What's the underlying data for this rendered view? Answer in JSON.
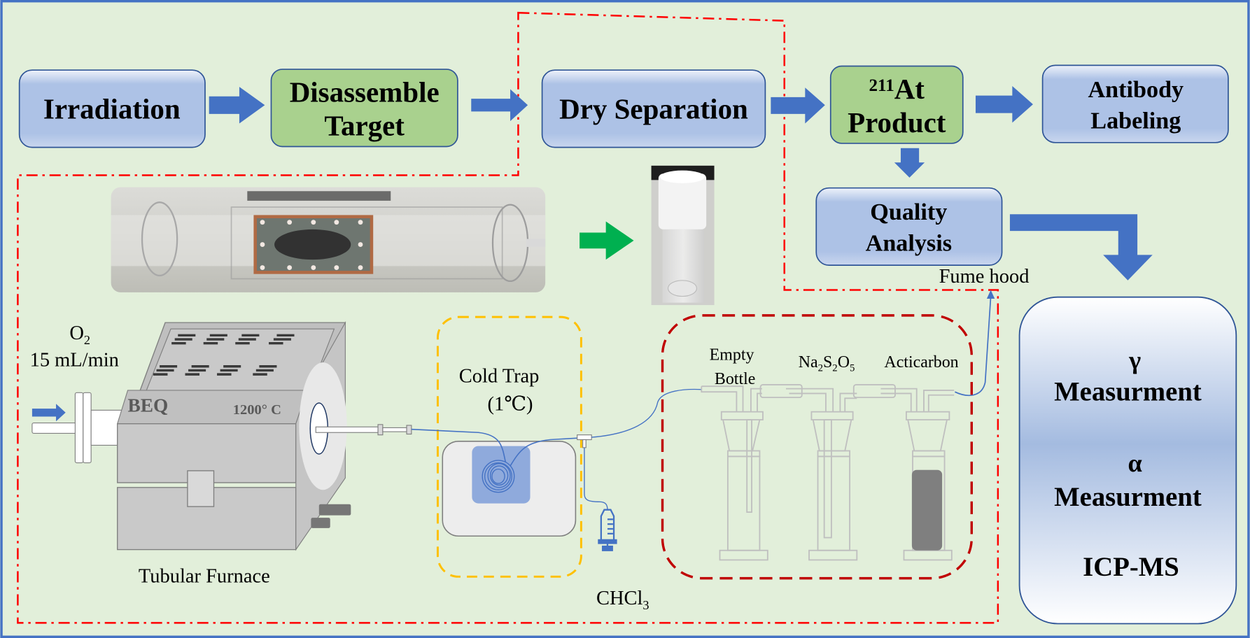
{
  "colors": {
    "background": "#e2efda",
    "frame": "#4472c4",
    "arrow": "#4472c4",
    "green_arrow": "#00b050",
    "blue_box_fill": "#adc2e6",
    "green_box_fill": "#a9d18e",
    "box_border": "#2f5597",
    "red_dashdot": "#ff0000",
    "cold_trap_dash": "#ffc000",
    "absorber_dash": "#c00000",
    "glassware": "#bfbfbf"
  },
  "flow": {
    "irradiation": "Irradiation",
    "disassemble_line1": "Disassemble",
    "disassemble_line2": "Target",
    "dry_separation": "Dry Separation",
    "product_sup": "211",
    "product_line1": "At",
    "product_line2": "Product",
    "antibody_line1": "Antibody",
    "antibody_line2": "Labeling",
    "quality_line1": "Quality",
    "quality_line2": "Analysis"
  },
  "measurement": {
    "gamma_symbol": "γ",
    "gamma_label": "Measurment",
    "alpha_symbol": "α",
    "alpha_label": "Measurment",
    "icp": "ICP-MS"
  },
  "apparatus": {
    "o2_label": "O",
    "o2_sub": "2",
    "flow_rate": "15 mL/min",
    "furnace_brand": "BEQ",
    "furnace_temp": "1200° C",
    "furnace_label": "Tubular Furnace",
    "cold_trap_line1": "Cold Trap",
    "cold_trap_line2": "(1℃)",
    "chcl3_main": "CHCl",
    "chcl3_sub": "3",
    "empty_bottle_line1": "Empty",
    "empty_bottle_line2": "Bottle",
    "na_a": "Na",
    "na_s1": "2",
    "na_b": "S",
    "na_s2": "2",
    "na_c": "O",
    "na_s3": "5",
    "acticarbon": "Acticarbon",
    "fume_hood": "Fume hood"
  }
}
